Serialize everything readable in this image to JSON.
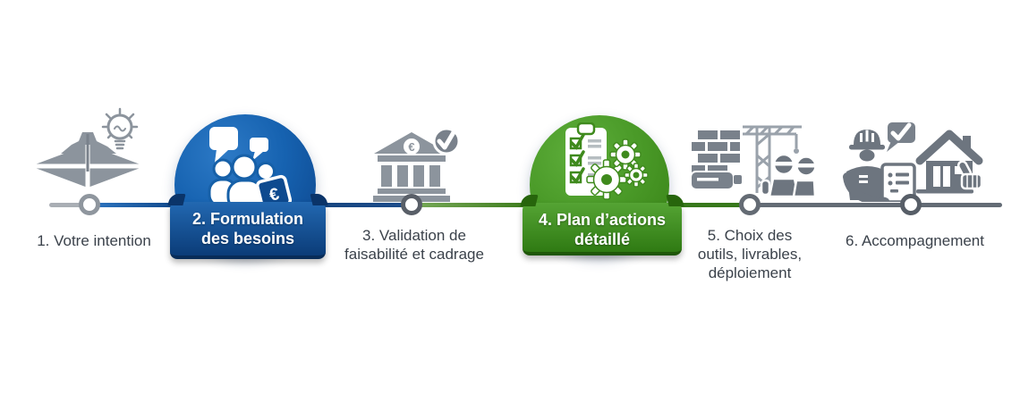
{
  "timeline": {
    "orientation": "horizontal",
    "steps": [
      {
        "num": "1",
        "lines": [
          "1. Votre intention"
        ],
        "icon": "terrain-lightbulb-icon",
        "kind": "milestone"
      },
      {
        "num": "2",
        "lines": [
          "2. Formulation",
          "des besoins"
        ],
        "icon": "team-discussion-funding-icon",
        "kind": "feature",
        "color": "blue"
      },
      {
        "num": "3",
        "lines": [
          "3. Validation de",
          "faisabilité et cadrage"
        ],
        "icon": "bank-approval-icon",
        "kind": "milestone"
      },
      {
        "num": "4",
        "lines": [
          "4. Plan d’actions",
          "détaillé"
        ],
        "icon": "checklist-gears-icon",
        "kind": "feature",
        "color": "green"
      },
      {
        "num": "5",
        "lines": [
          "5. Choix des",
          "outils, livrables,",
          "déploiement"
        ],
        "icon": "construction-site-icon",
        "kind": "milestone"
      },
      {
        "num": "6",
        "lines": [
          "6. Accompagnement"
        ],
        "icon": "worker-handover-house-icon",
        "kind": "milestone"
      }
    ]
  },
  "icons": {
    "euro_symbol": "€"
  },
  "colors": {
    "blue_light": "#2d7ac6",
    "blue_dark": "#0b3c78",
    "green_light": "#5eae3b",
    "green_dark": "#2f7a13",
    "line_gray_start": "#a9aeb4",
    "line_gray_end": "#636b75",
    "icon_gray": "#8c949d",
    "icon_gray_dark": "#6d757f",
    "label_text": "#3b424b",
    "feature_text": "#ffffff"
  }
}
